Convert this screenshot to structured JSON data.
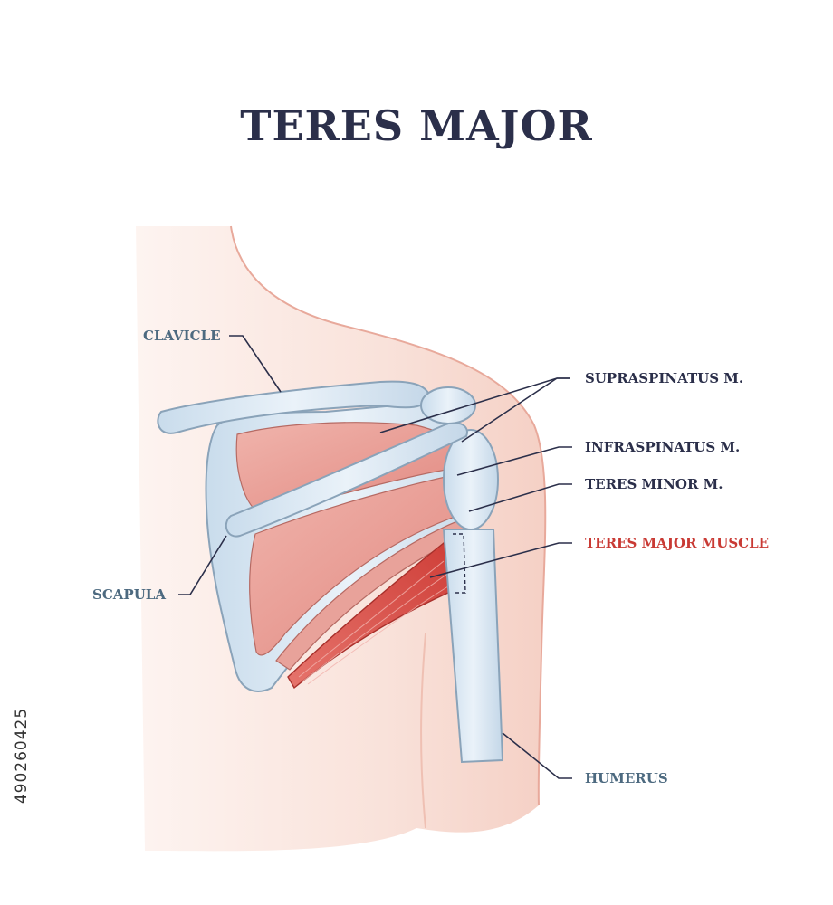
{
  "title": "TERES MAJOR",
  "labels": {
    "clavicle": "CLAVICLE",
    "scapula": "SCAPULA",
    "supraspinatus": "SUPRASPINATUS M.",
    "infraspinatus": "INFRASPINATUS M.",
    "teres_minor": "TERES MINOR M.",
    "teres_major": "TERES MAJOR MUSCLE",
    "humerus": "HUMERUS"
  },
  "stock_id": "490260425",
  "colors": {
    "title": "#2b2f4a",
    "label_blue": "#4d6a80",
    "label_dark": "#2b2f4a",
    "highlight_red": "#c93a34",
    "skin": "#f5d2c8",
    "muscle": "#e69a93",
    "bone": "#dce9f4"
  }
}
